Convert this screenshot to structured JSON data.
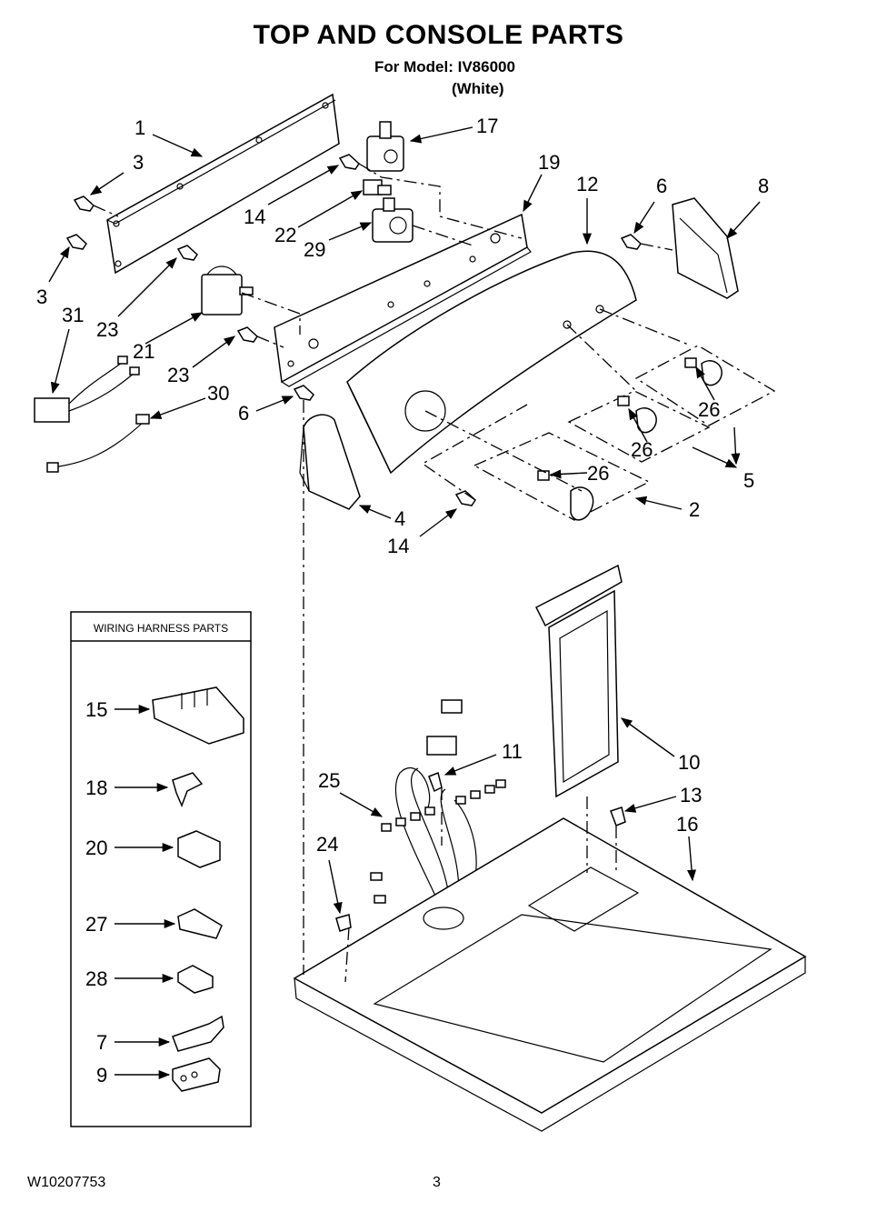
{
  "header": {
    "title": "TOP AND CONSOLE PARTS",
    "model": "For Model: IV86000",
    "color": "(White)"
  },
  "harness_box": {
    "title": "WIRING HARNESS PARTS"
  },
  "footer": {
    "doc_number": "W10207753",
    "page_number": "3"
  },
  "callouts": [
    {
      "id": "c-1",
      "label": "1"
    },
    {
      "id": "c-3a",
      "label": "3"
    },
    {
      "id": "c-3b",
      "label": "3"
    },
    {
      "id": "c-17",
      "label": "17"
    },
    {
      "id": "c-19",
      "label": "19"
    },
    {
      "id": "c-12",
      "label": "12"
    },
    {
      "id": "c-6a",
      "label": "6"
    },
    {
      "id": "c-8",
      "label": "8"
    },
    {
      "id": "c-14a",
      "label": "14"
    },
    {
      "id": "c-22",
      "label": "22"
    },
    {
      "id": "c-29",
      "label": "29"
    },
    {
      "id": "c-31",
      "label": "31"
    },
    {
      "id": "c-23a",
      "label": "23"
    },
    {
      "id": "c-21",
      "label": "21"
    },
    {
      "id": "c-23b",
      "label": "23"
    },
    {
      "id": "c-30",
      "label": "30"
    },
    {
      "id": "c-6b",
      "label": "6"
    },
    {
      "id": "c-26a",
      "label": "26"
    },
    {
      "id": "c-26b",
      "label": "26"
    },
    {
      "id": "c-5",
      "label": "5"
    },
    {
      "id": "c-26c",
      "label": "26"
    },
    {
      "id": "c-2",
      "label": "2"
    },
    {
      "id": "c-4",
      "label": "4"
    },
    {
      "id": "c-14b",
      "label": "14"
    },
    {
      "id": "c-15",
      "label": "15"
    },
    {
      "id": "c-18",
      "label": "18"
    },
    {
      "id": "c-20",
      "label": "20"
    },
    {
      "id": "c-27",
      "label": "27"
    },
    {
      "id": "c-28",
      "label": "28"
    },
    {
      "id": "c-7",
      "label": "7"
    },
    {
      "id": "c-9",
      "label": "9"
    },
    {
      "id": "c-11",
      "label": "11"
    },
    {
      "id": "c-25",
      "label": "25"
    },
    {
      "id": "c-10",
      "label": "10"
    },
    {
      "id": "c-13",
      "label": "13"
    },
    {
      "id": "c-16",
      "label": "16"
    },
    {
      "id": "c-24",
      "label": "24"
    }
  ]
}
